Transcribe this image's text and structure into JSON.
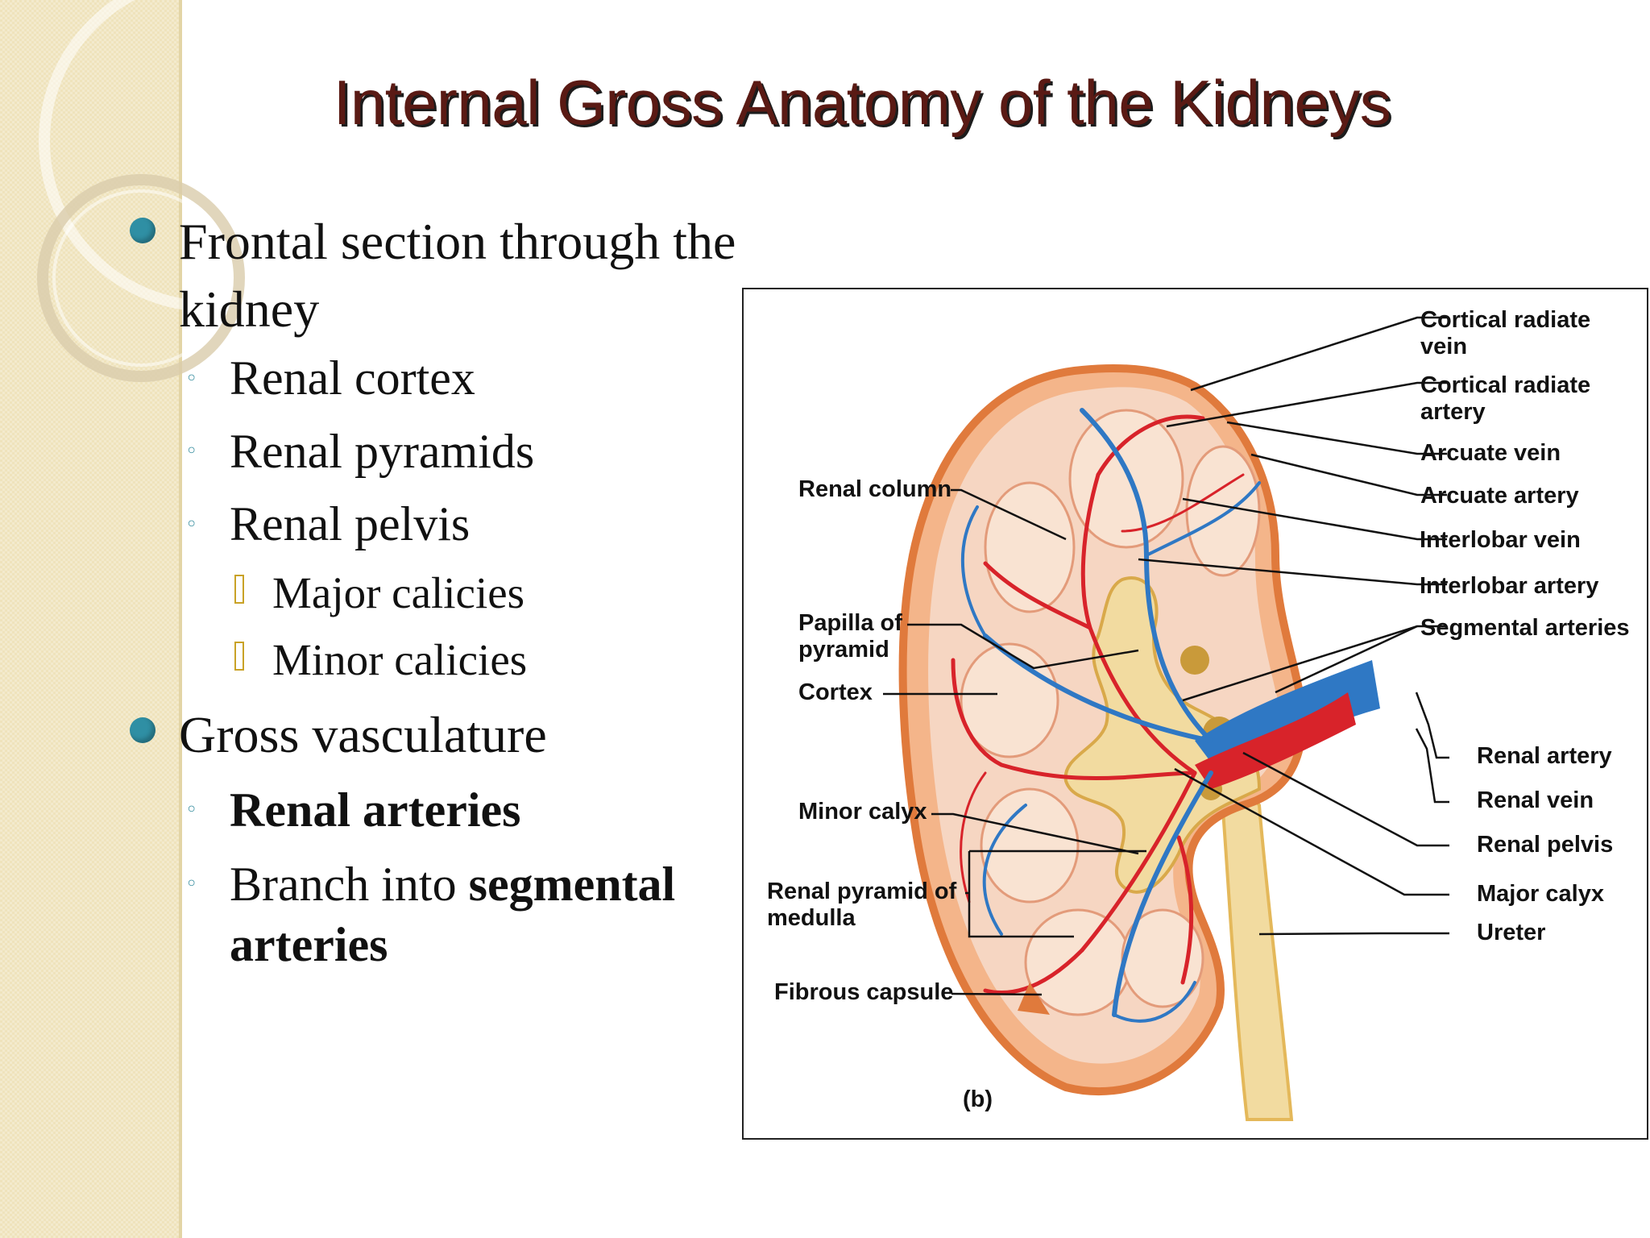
{
  "slide": {
    "title": "Internal Gross Anatomy of the Kidneys",
    "bullets": {
      "frontal_line1": "Frontal section through the",
      "frontal_line2": "kidney",
      "renal_cortex": "Renal cortex",
      "renal_pyramids": "Renal pyramids",
      "renal_pelvis": "Renal pelvis",
      "major_calicies": "Major calicies",
      "minor_calicies": "Minor calicies",
      "gross_vasculature": "Gross vasculature",
      "renal_arteries": "Renal arteries",
      "branch_into": "Branch into ",
      "segmental": "segmental",
      "arteries": "arteries"
    }
  },
  "figure": {
    "labels": {
      "cortical_radiate_vein": "Cortical radiate vein",
      "cortical_radiate_artery": "Cortical radiate artery",
      "arcuate_vein": "Arcuate vein",
      "arcuate_artery": "Arcuate artery",
      "interlobar_vein": "Interlobar vein",
      "interlobar_artery": "Interlobar artery",
      "segmental_arteries": "Segmental arteries",
      "renal_artery": "Renal artery",
      "renal_vein": "Renal vein",
      "renal_pelvis": "Renal pelvis",
      "major_calyx": "Major calyx",
      "ureter": "Ureter",
      "renal_column": "Renal column",
      "papilla_of_pyramid": "Papilla of pyramid",
      "cortex": "Cortex",
      "minor_calyx": "Minor calyx",
      "renal_pyramid_of_medulla": "Renal pyramid of medulla",
      "fibrous_capsule": "Fibrous capsule",
      "panel_tag": "(b)"
    }
  },
  "colors": {
    "title": "#5a1a14",
    "bullet_dot": "#2f8fa4",
    "sidebar": "#efe3bc",
    "artery": "#d8232a",
    "vein": "#2f78c4",
    "cortex": "#f4b58a",
    "pyramid": "#f6d6c2",
    "pelvis": "#f2dba0"
  }
}
